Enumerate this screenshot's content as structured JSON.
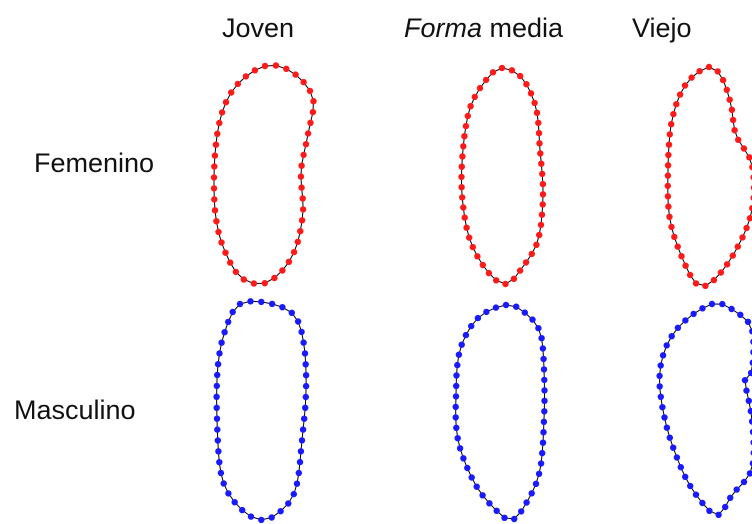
{
  "columns": {
    "young": "Joven",
    "mean_italic": "Forma",
    "mean_rest": " media",
    "old": "Viejo"
  },
  "rows": {
    "female": "Femenino",
    "male": "Masculino"
  },
  "colors": {
    "female_landmarks": "#ff1a1a",
    "male_landmarks": "#1a1aff",
    "outline": "#000000"
  },
  "outlines": [
    {
      "sex": "female",
      "age": "young"
    },
    {
      "sex": "female",
      "age": "mean"
    },
    {
      "sex": "female",
      "age": "old"
    },
    {
      "sex": "male",
      "age": "young"
    },
    {
      "sex": "male",
      "age": "mean"
    },
    {
      "sex": "male",
      "age": "old"
    }
  ]
}
